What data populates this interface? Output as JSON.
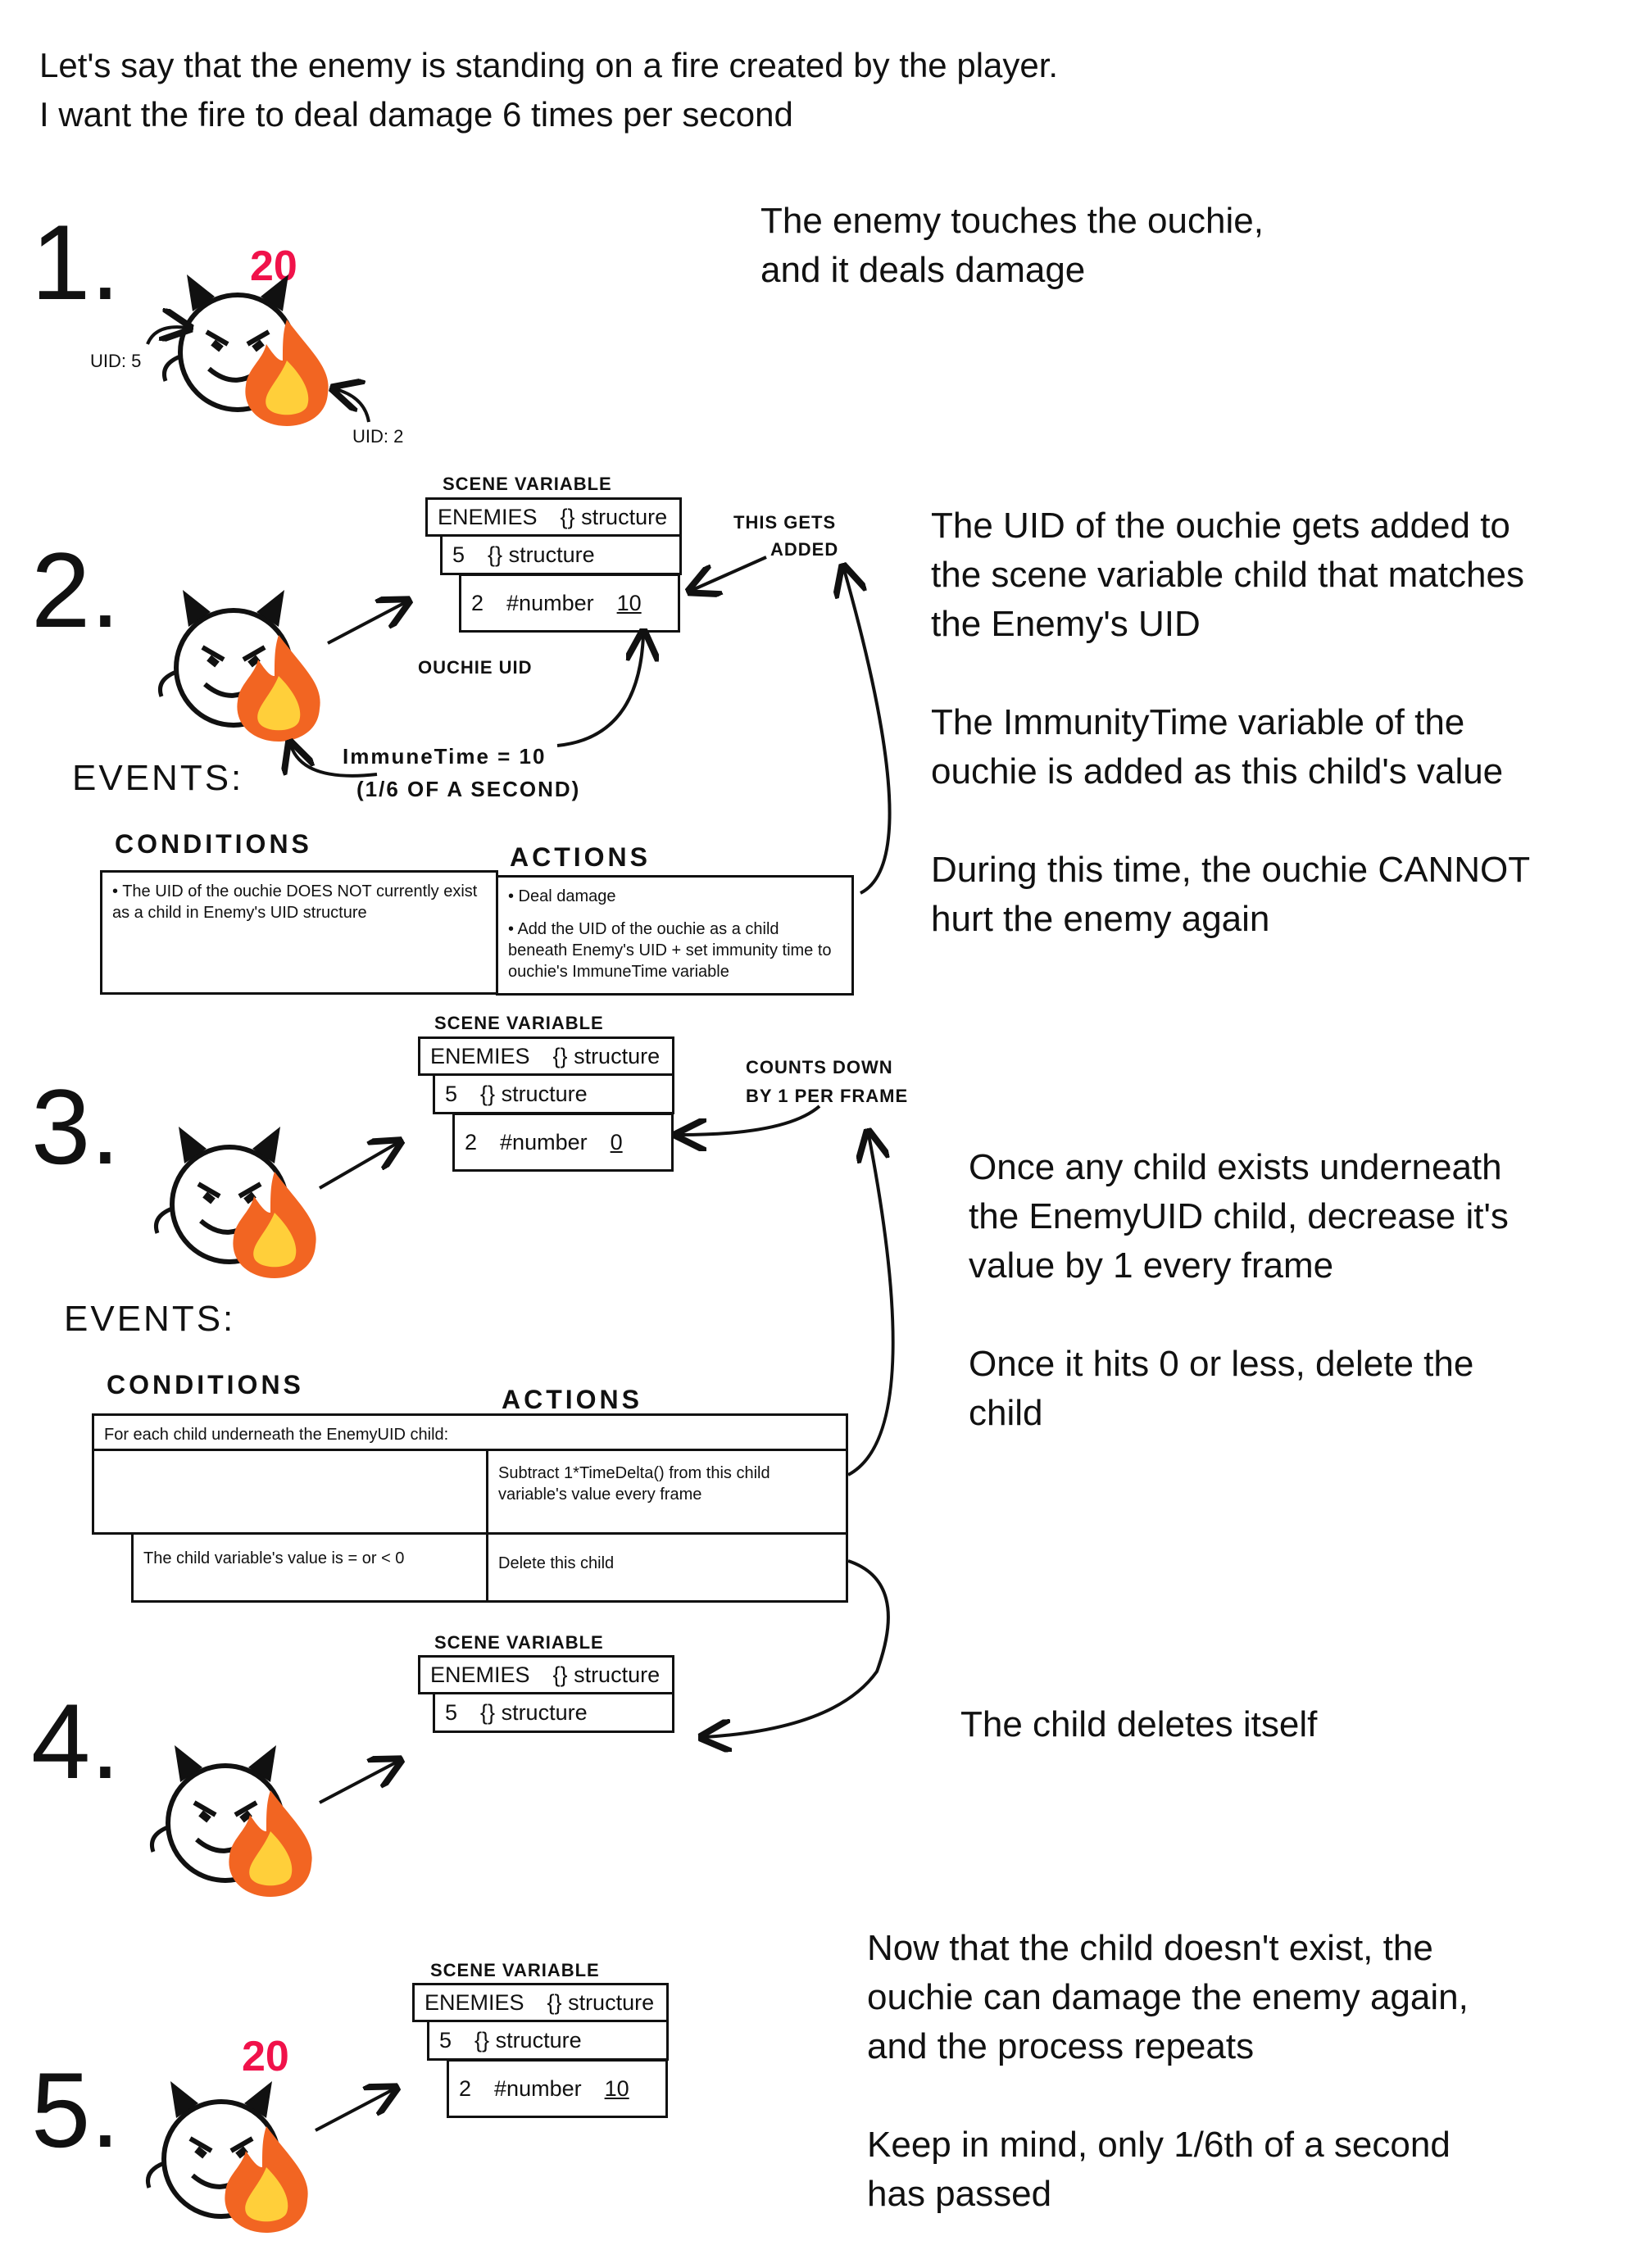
{
  "intro": [
    "Let's say that the enemy is standing on a fire created by the player.",
    "I want the fire to deal damage 6 times per second"
  ],
  "colors": {
    "damage": "#f0124a",
    "ink": "#111111",
    "flame": "#f26522"
  },
  "step1": {
    "number": "1.",
    "damage": "20",
    "enemy_uid": "UID: 5",
    "ouchie_uid": "UID: 2",
    "text": [
      "The enemy touches the ouchie,",
      "and it deals damage"
    ]
  },
  "step2": {
    "number": "2.",
    "scene_var_label": "SCENE VARIABLE",
    "rows": [
      [
        "ENEMIES",
        "{} structure"
      ],
      [
        "5",
        "{} structure"
      ],
      [
        "2",
        "#number",
        "10"
      ]
    ],
    "gets_added": [
      "THIS GETS",
      "ADDED"
    ],
    "ouchie_uid_label": "OUCHIE UID",
    "immune": [
      "ImmuneTime = 10",
      "(1/6 OF A SECOND)"
    ],
    "events_label": "EVENTS:",
    "conditions_label": "CONDITIONS",
    "actions_label": "ACTIONS",
    "condition": "• The UID of the ouchie DOES NOT currently exist as a child in Enemy's UID structure",
    "actions": [
      "• Deal damage",
      "• Add the UID of the ouchie as a child beneath Enemy's UID + set immunity time to ouchie's ImmuneTime variable"
    ],
    "text": [
      [
        "The UID of the ouchie gets added to",
        "the scene variable child that matches",
        "the Enemy's UID"
      ],
      [
        "The ImmunityTime variable of the",
        "ouchie is added as this child's value"
      ],
      [
        "During this time, the ouchie CANNOT",
        "hurt the enemy again"
      ]
    ]
  },
  "step3": {
    "number": "3.",
    "scene_var_label": "SCENE VARIABLE",
    "rows": [
      [
        "ENEMIES",
        "{} structure"
      ],
      [
        "5",
        "{} structure"
      ],
      [
        "2",
        "#number",
        "0"
      ]
    ],
    "counts_down": [
      "COUNTS DOWN",
      "BY 1 PER FRAME"
    ],
    "events_label": "EVENTS:",
    "conditions_label": "CONDITIONS",
    "actions_label": "ACTIONS",
    "for_each": "For each child underneath the EnemyUID child:",
    "action1": "Subtract 1*TimeDelta() from this child variable's value every frame",
    "condition2": "The child variable's value is = or < 0",
    "action2": "Delete this child",
    "text": [
      [
        "Once any child exists underneath",
        "the EnemyUID child, decrease it's",
        "value by 1 every frame"
      ],
      [
        "Once it hits 0 or less, delete the",
        "child"
      ]
    ]
  },
  "step4": {
    "number": "4.",
    "scene_var_label": "SCENE VARIABLE",
    "rows": [
      [
        "ENEMIES",
        "{} structure"
      ],
      [
        "5",
        "{} structure"
      ]
    ],
    "text": "The child deletes itself"
  },
  "step5": {
    "number": "5.",
    "damage": "20",
    "scene_var_label": "SCENE VARIABLE",
    "rows": [
      [
        "ENEMIES",
        "{} structure"
      ],
      [
        "5",
        "{} structure"
      ],
      [
        "2",
        "#number",
        "10"
      ]
    ],
    "text": [
      [
        "Now that the child doesn't exist, the",
        "ouchie can damage the enemy again,",
        "and the process repeats"
      ],
      [
        "Keep in mind, only 1/6th of a second",
        "has passed"
      ]
    ]
  }
}
